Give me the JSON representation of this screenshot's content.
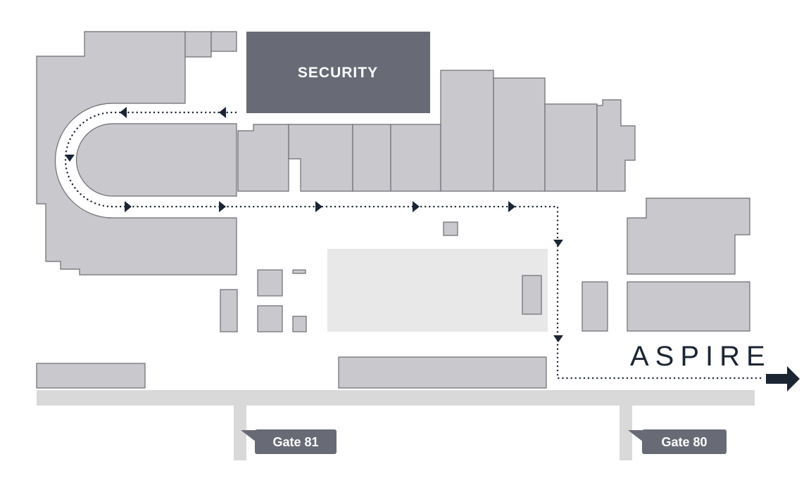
{
  "security": {
    "label": "SECURITY"
  },
  "brand": {
    "label": "ASPIRE"
  },
  "gates": [
    {
      "label": "Gate 81"
    },
    {
      "label": "Gate 80"
    }
  ],
  "colors": {
    "building_fill": "#c8c8cd",
    "building_stroke": "#6c6c72",
    "security": "#686a75",
    "route": "#1b2533",
    "road": "#d9d9d9",
    "open_area": "#e8e8e8"
  },
  "icons": {
    "destination_arrow": "arrow-right-icon",
    "route_arrow": "chevron-arrow-icon"
  }
}
